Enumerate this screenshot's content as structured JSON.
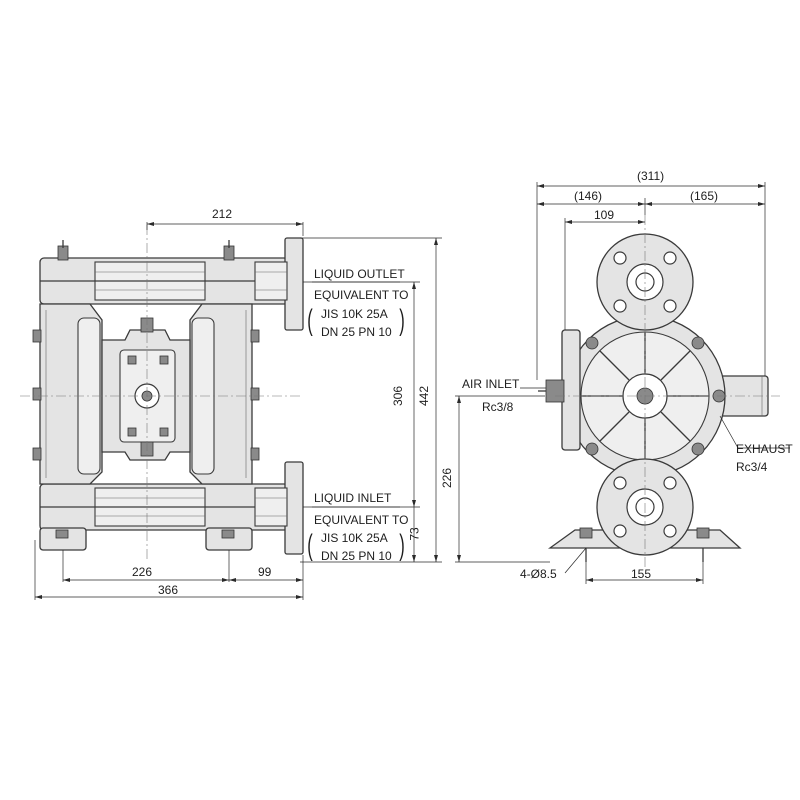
{
  "dimensions": {
    "d212": "212",
    "d306": "306",
    "d442": "442",
    "d226_vertical": "226",
    "d73": "73",
    "d226_horizontal": "226",
    "d99": "99",
    "d366": "366",
    "d311": "(311)",
    "d146": "(146)",
    "d165": "(165)",
    "d109": "109",
    "d155": "155",
    "holes": "4-Ø8.5"
  },
  "labels": {
    "liquid_outlet": "LIQUID OUTLET",
    "outlet_equiv": "EQUIVALENT TO",
    "outlet_jis": "JIS 10K 25A",
    "outlet_dn": "DN 25 PN 10",
    "liquid_inlet": "LIQUID INLET",
    "inlet_equiv": "EQUIVALENT TO",
    "inlet_jis": "JIS 10K 25A",
    "inlet_dn": "DN 25 PN 10",
    "air_inlet": "AIR INLET",
    "air_inlet_size": "Rc3/8",
    "exhaust": "EXHAUST",
    "exhaust_size": "Rc3/4"
  }
}
